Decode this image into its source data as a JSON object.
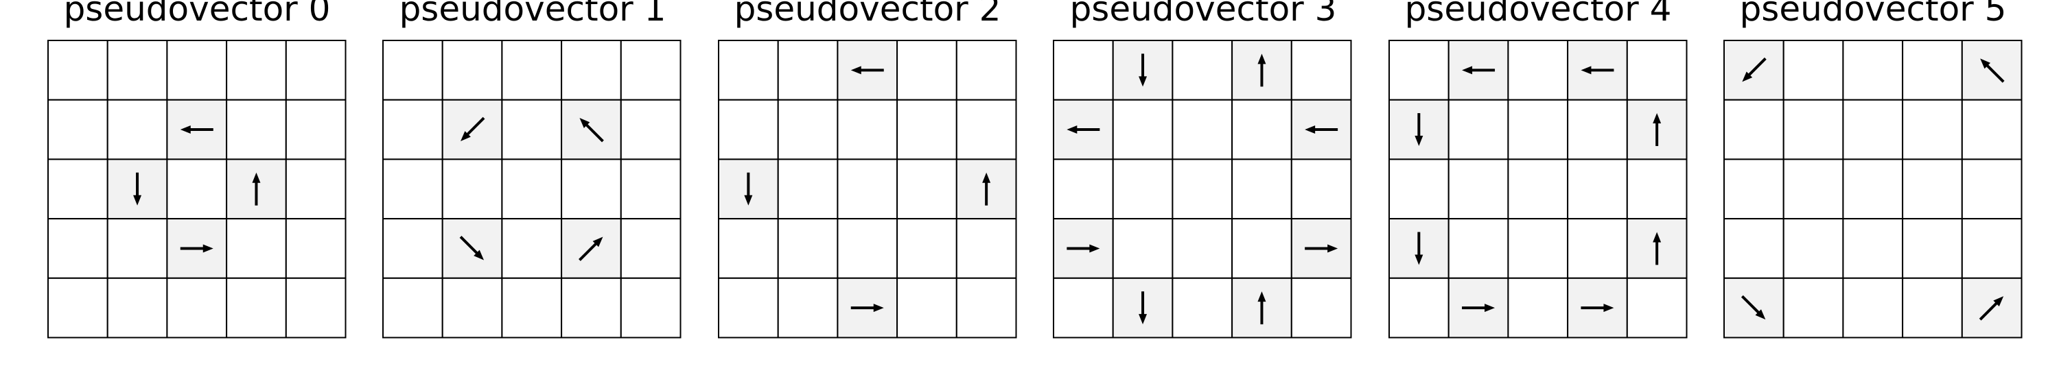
{
  "figure": {
    "grid_size": 5,
    "colors": {
      "shaded": "#f2f2f2",
      "line": "#000000",
      "background": "#ffffff"
    },
    "panels": [
      {
        "title": "pseudovector 0",
        "arrows": [
          {
            "row": 1,
            "col": 2,
            "dir": "left"
          },
          {
            "row": 2,
            "col": 1,
            "dir": "down"
          },
          {
            "row": 2,
            "col": 3,
            "dir": "up"
          },
          {
            "row": 3,
            "col": 2,
            "dir": "right"
          }
        ]
      },
      {
        "title": "pseudovector 1",
        "arrows": [
          {
            "row": 1,
            "col": 1,
            "dir": "down-left"
          },
          {
            "row": 1,
            "col": 3,
            "dir": "up-left"
          },
          {
            "row": 3,
            "col": 1,
            "dir": "down-right"
          },
          {
            "row": 3,
            "col": 3,
            "dir": "up-right"
          }
        ]
      },
      {
        "title": "pseudovector 2",
        "arrows": [
          {
            "row": 0,
            "col": 2,
            "dir": "left"
          },
          {
            "row": 2,
            "col": 0,
            "dir": "down"
          },
          {
            "row": 2,
            "col": 4,
            "dir": "up"
          },
          {
            "row": 4,
            "col": 2,
            "dir": "right"
          }
        ]
      },
      {
        "title": "pseudovector 3",
        "arrows": [
          {
            "row": 0,
            "col": 1,
            "dir": "down"
          },
          {
            "row": 0,
            "col": 3,
            "dir": "up"
          },
          {
            "row": 1,
            "col": 0,
            "dir": "left"
          },
          {
            "row": 1,
            "col": 4,
            "dir": "left"
          },
          {
            "row": 3,
            "col": 0,
            "dir": "right"
          },
          {
            "row": 3,
            "col": 4,
            "dir": "right"
          },
          {
            "row": 4,
            "col": 1,
            "dir": "down"
          },
          {
            "row": 4,
            "col": 3,
            "dir": "up"
          }
        ]
      },
      {
        "title": "pseudovector 4",
        "arrows": [
          {
            "row": 0,
            "col": 1,
            "dir": "left"
          },
          {
            "row": 0,
            "col": 3,
            "dir": "left"
          },
          {
            "row": 1,
            "col": 0,
            "dir": "down"
          },
          {
            "row": 1,
            "col": 4,
            "dir": "up"
          },
          {
            "row": 3,
            "col": 0,
            "dir": "down"
          },
          {
            "row": 3,
            "col": 4,
            "dir": "up"
          },
          {
            "row": 4,
            "col": 1,
            "dir": "right"
          },
          {
            "row": 4,
            "col": 3,
            "dir": "right"
          }
        ]
      },
      {
        "title": "pseudovector 5",
        "arrows": [
          {
            "row": 0,
            "col": 0,
            "dir": "down-left"
          },
          {
            "row": 0,
            "col": 4,
            "dir": "up-left"
          },
          {
            "row": 4,
            "col": 0,
            "dir": "down-right"
          },
          {
            "row": 4,
            "col": 4,
            "dir": "up-right"
          }
        ]
      }
    ]
  }
}
